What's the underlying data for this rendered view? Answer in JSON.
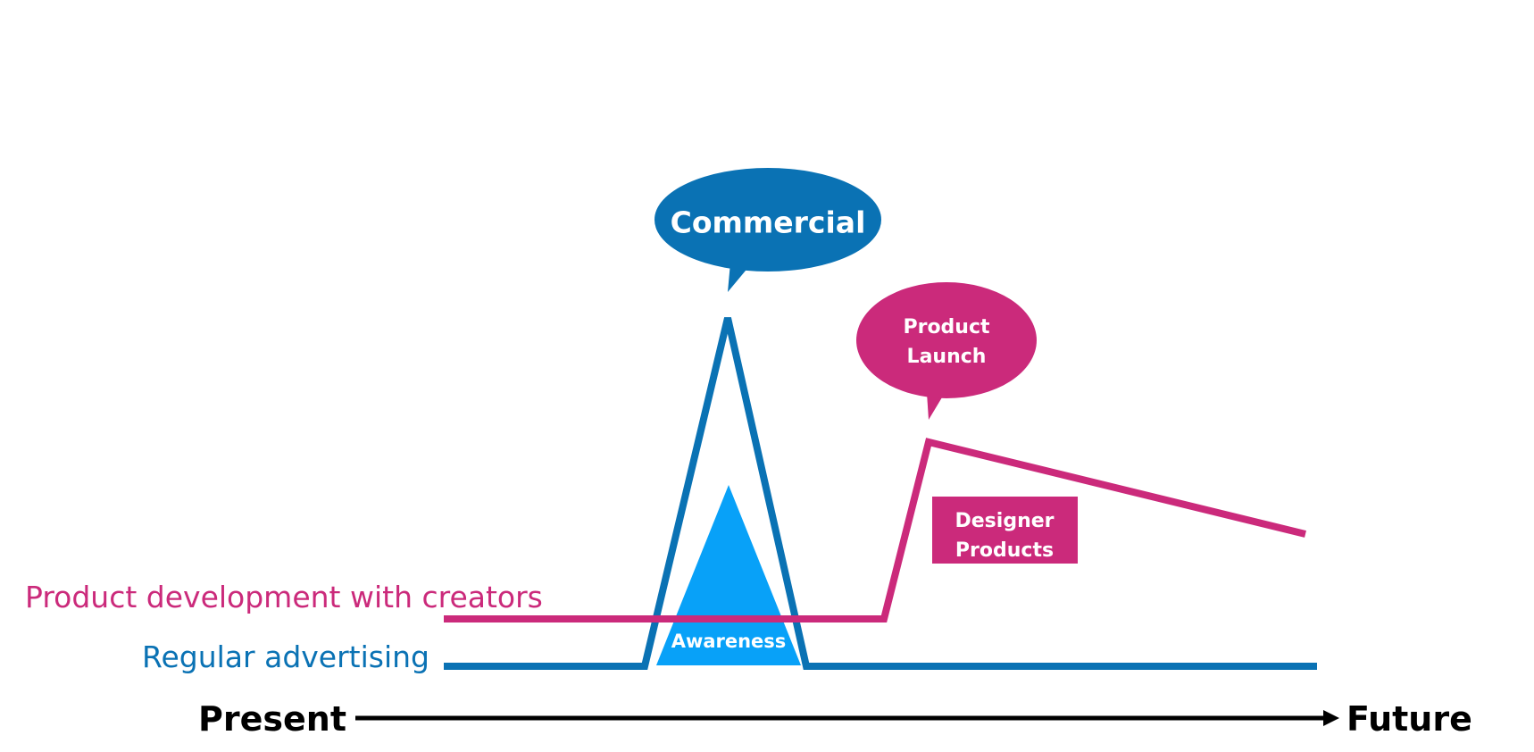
{
  "colors": {
    "blue": "#0A72B4",
    "magenta": "#CB2A7B",
    "light_blue": "#08A1F8",
    "black": "#000000",
    "white": "#FFFFFF"
  },
  "labels": {
    "product_line": "Product development with creators",
    "advertising_line": "Regular advertising",
    "axis_start": "Present",
    "axis_end": "Future"
  },
  "callouts": {
    "commercial": "Commercial",
    "product_launch_line1": "Product",
    "product_launch_line2": "Launch"
  },
  "boxes": {
    "designer_products_line1": "Designer",
    "designer_products_line2": "Products"
  },
  "triangle": {
    "awareness": "Awareness"
  }
}
